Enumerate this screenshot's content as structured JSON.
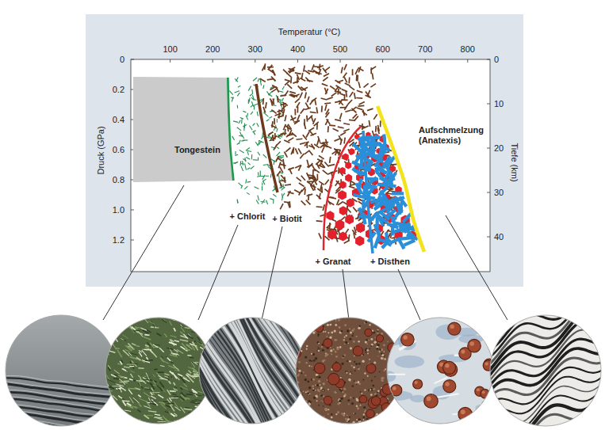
{
  "diagram": {
    "nodes": [
      {
        "text": [
          "Tongestein"
        ]
      }
    ],
    "labels": [
      "Temperatur (°C)",
      "100",
      "200",
      "300",
      "400",
      "500",
      "600",
      "700",
      "800",
      "Druck (GPa)",
      "0",
      "0.2",
      "0.4",
      "0.6",
      "0.8",
      "1.0",
      "1.2",
      "Tiefe (km)",
      "0",
      "10",
      "20",
      "30",
      "40",
      "+ Chlorit",
      "+ Biotit",
      "+ Granat",
      "+ Disthen",
      "Aufschmelzung (Anatexis)"
    ]
  }
}
